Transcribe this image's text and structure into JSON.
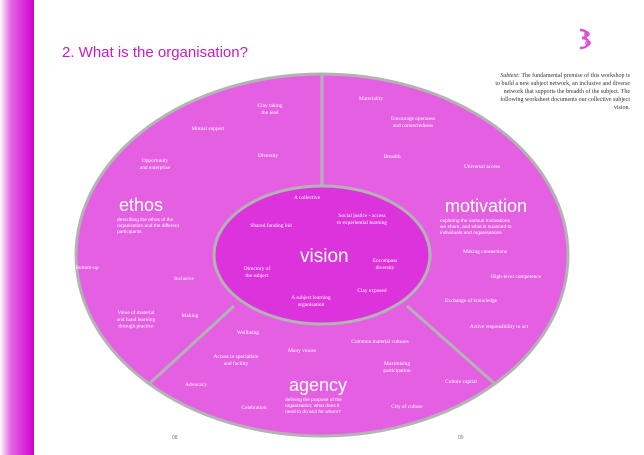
{
  "title": "2. What is the organisation?",
  "side_note": {
    "lead": "Subtext:",
    "text": "The fundamental premise of this workshop is to build a new subject network, an inclusive and diverse network that supports the breadth of the subject. The following worksheet documents our collective subject vision."
  },
  "sections": {
    "ethos": {
      "heading": "ethos",
      "description": [
        "describing the ethos of the",
        "organisation and the different",
        "participants"
      ]
    },
    "motivation": {
      "heading": "motivation",
      "description": [
        "exploring the various motivations",
        "we share, and what is nuanced to",
        "individuals and organisations"
      ]
    },
    "agency": {
      "heading": "agency",
      "description": [
        "defining the purpose of the",
        "organisation; what does it",
        "need to do and for whom?"
      ]
    },
    "vision": {
      "heading": "vision"
    }
  },
  "ethos_items": [
    [
      "Clay taking",
      "the lead"
    ],
    [
      "Mutual support"
    ],
    [
      "Diversity"
    ],
    [
      "Opportunity",
      "and enterprise"
    ],
    [
      "Bottom-up"
    ],
    [
      "Inclusive"
    ],
    [
      "Value of material",
      "and hand learning",
      "through practice"
    ],
    [
      "Making"
    ]
  ],
  "motivation_items": [
    [
      "Materiality"
    ],
    [
      "Encourage openness",
      "and connectedness"
    ],
    [
      "Breadth"
    ],
    [
      "Universal access"
    ],
    [
      "Making connections"
    ],
    [
      "High-level competence"
    ],
    [
      "Exchange of knowledge"
    ],
    [
      "Active responsibility to act"
    ]
  ],
  "agency_items": [
    [
      "Wellbeing"
    ],
    [
      "Access to specialism",
      "and facility"
    ],
    [
      "Many voices"
    ],
    [
      "Common material cultures"
    ],
    [
      "Maximising",
      "participation"
    ],
    [
      "Advocacy"
    ],
    [
      "Culture capital"
    ],
    [
      "Celebration"
    ],
    [
      "City of culture"
    ]
  ],
  "vision_items": [
    [
      "A collective"
    ],
    [
      "Shared funding bid"
    ],
    [
      "Social justice - access",
      "to experiential learning"
    ],
    [
      "Encompass",
      "diversity"
    ],
    [
      "Directory of",
      "the subject"
    ],
    [
      "Clay exposed"
    ],
    [
      "A subject learning",
      "organisation"
    ]
  ],
  "page_numbers": {
    "left": "08",
    "right": "09"
  },
  "colors": {
    "accent": "#c21fc2",
    "wheel_fill": "#e55fe3",
    "divider": "#b3b3b3",
    "edge_bar": "#d000d0",
    "text_on_fill": "#ffffff"
  }
}
